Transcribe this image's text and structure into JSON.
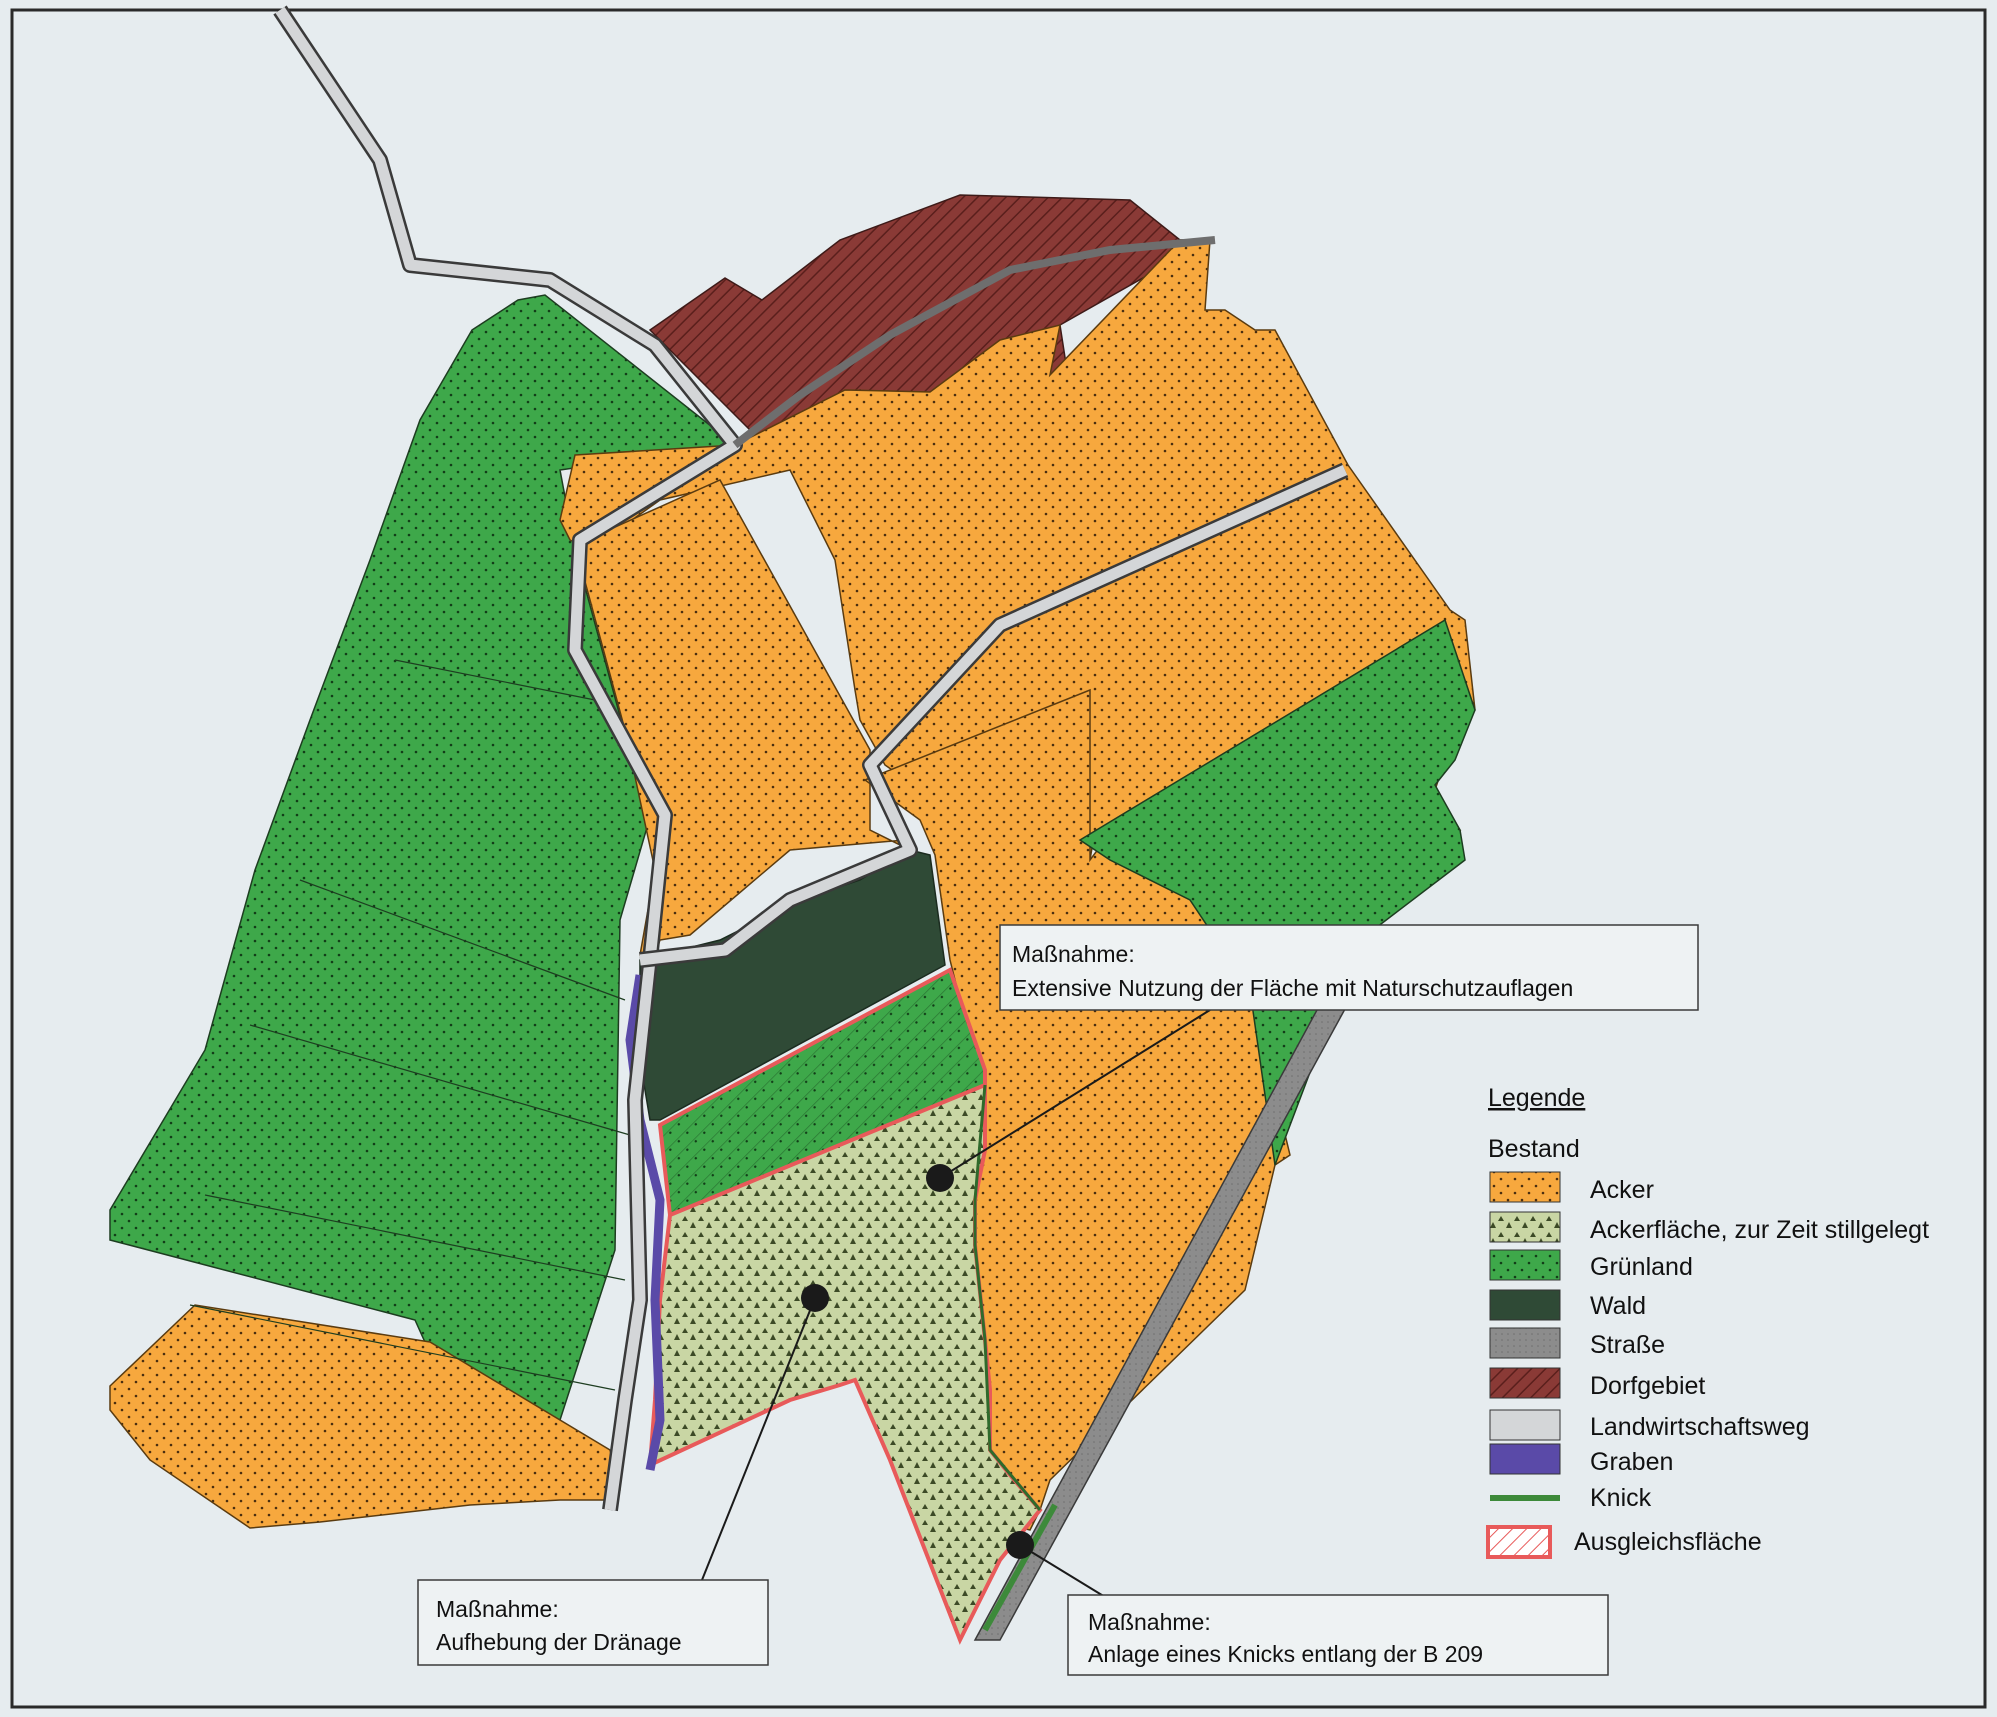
{
  "legend": {
    "title": "Legende",
    "subtitle": "Bestand",
    "items": [
      {
        "label": "Acker",
        "pattern": "acker",
        "icon": "acker-swatch-icon"
      },
      {
        "label": "Ackerfläche, zur Zeit stillgelegt",
        "pattern": "still",
        "icon": "stillgelegt-swatch-icon"
      },
      {
        "label": "Grünland",
        "pattern": "gruen",
        "icon": "gruenland-swatch-icon"
      },
      {
        "label": "Wald",
        "pattern": "wald",
        "icon": "wald-swatch-icon"
      },
      {
        "label": "Straße",
        "pattern": "strasse",
        "icon": "strasse-swatch-icon"
      },
      {
        "label": "Dorfgebiet",
        "pattern": "dorf",
        "icon": "dorfgebiet-swatch-icon"
      },
      {
        "label": "Landwirtschaftsweg",
        "pattern": "weg",
        "icon": "landwirtschaftsweg-swatch-icon"
      },
      {
        "label": "Graben",
        "pattern": "graben",
        "icon": "graben-swatch-icon"
      },
      {
        "label": "Knick",
        "pattern": "knick",
        "icon": "knick-line-icon"
      },
      {
        "label": "Ausgleichsfläche",
        "pattern": "ausgleich",
        "icon": "ausgleichsflaeche-swatch-icon"
      }
    ]
  },
  "callouts": {
    "nutzung": {
      "line1": "Maßnahme:",
      "line2": "Extensive Nutzung der Fläche mit Naturschutzauflagen"
    },
    "draenage": {
      "line1": "Maßnahme:",
      "line2": "Aufhebung der Dränage"
    },
    "knick": {
      "line1": "Maßnahme:",
      "line2": "Anlage eines Knicks entlang der B 209"
    }
  },
  "colors": {
    "acker": "#f7a83e",
    "gruen": "#3ea84a",
    "wald": "#2f4a36",
    "strasse": "#8c8c8c",
    "dorf": "#8a3a36",
    "weg": "#d4d6d8",
    "graben": "#5a4aa8",
    "knick": "#3d8a3a",
    "ausgleich": "#e85a5a",
    "still": "#c9d6a4",
    "background": "#e6ecef"
  }
}
